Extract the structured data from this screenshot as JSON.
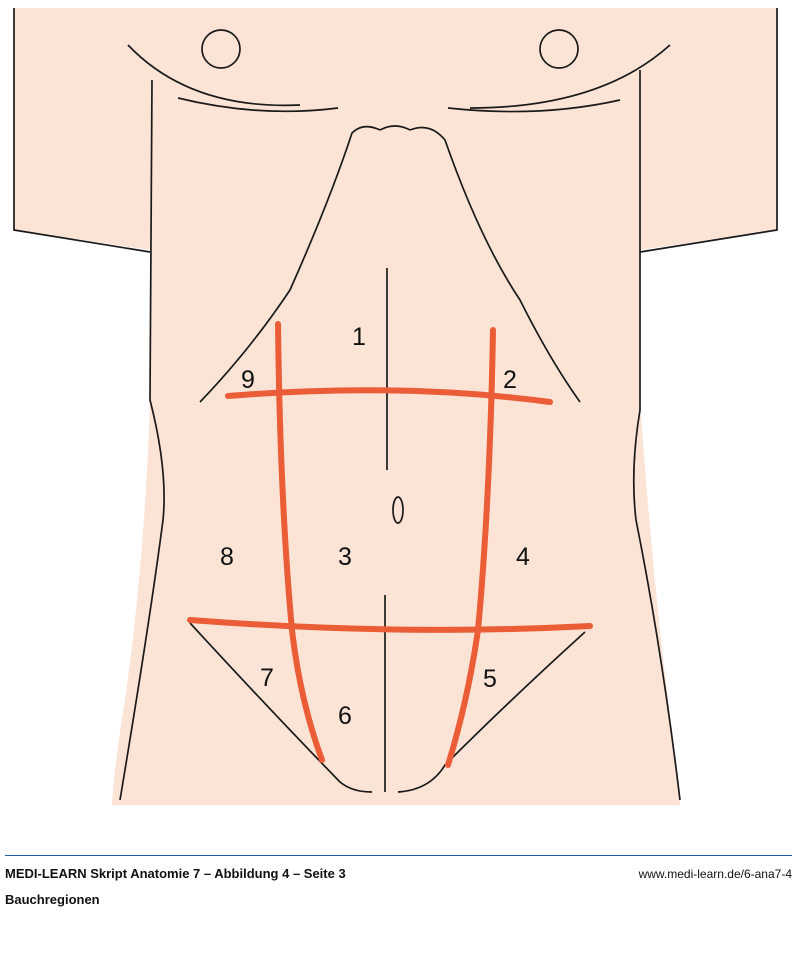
{
  "colors": {
    "skin": "#fbe3d6",
    "outline": "#1a1a1a",
    "region_lines": "#ea5d37",
    "footer_rule": "#1f5ea8"
  },
  "regions": [
    "1",
    "2",
    "3",
    "4",
    "5",
    "6",
    "7",
    "8",
    "9"
  ],
  "footer": {
    "title": "MEDI-LEARN Skript Anatomie 7 – Abbildung 4 – Seite 3",
    "url": "www.medi-learn.de/6-ana7-4",
    "caption": "Bauchregionen"
  }
}
